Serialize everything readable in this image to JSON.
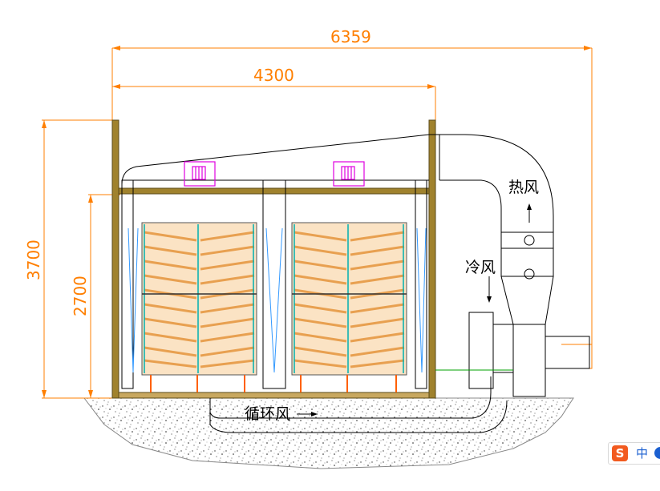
{
  "dimensions": {
    "total_width": "6359",
    "room_width": "4300",
    "total_height": "3700",
    "room_height": "2700"
  },
  "labels": {
    "hot_air": "热风",
    "cold_air": "冷风",
    "circulation": "循环风"
  },
  "ime_toolbar": {
    "logo": "S",
    "mode": "中"
  },
  "colors": {
    "dimension": "#ff7f00",
    "wall": "#a0822d",
    "fan": "#e000e0",
    "rack": "#00b0b0",
    "trays": "#f4b56a",
    "ground": "#d0d0d0"
  }
}
